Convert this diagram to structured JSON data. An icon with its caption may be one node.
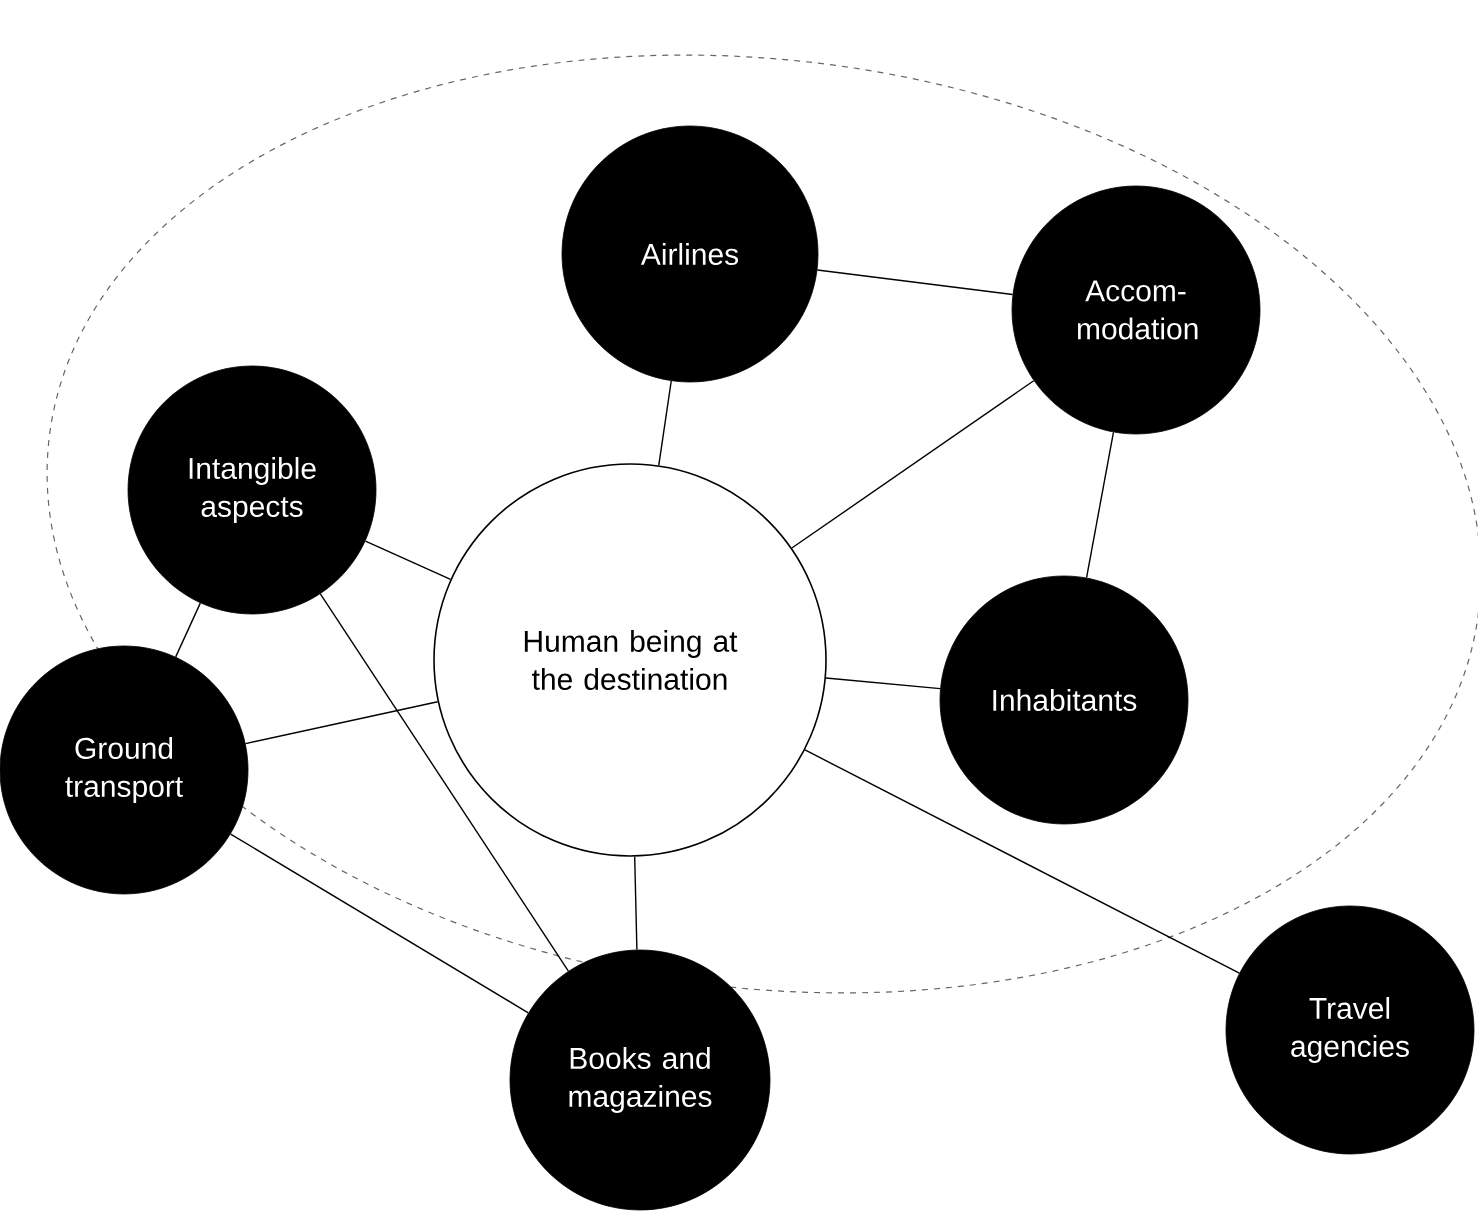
{
  "diagram": {
    "nodes": [
      {
        "text": [
          "Human being at the destination"
        ]
      },
      {
        "text": [
          "Airlines"
        ]
      },
      {
        "text": [
          "Accom- modation"
        ]
      },
      {
        "text": [
          "Intangible aspects"
        ]
      },
      {
        "text": [
          "Inhabitants"
        ]
      },
      {
        "text": [
          "Ground transport"
        ]
      },
      {
        "text": [
          "Books and magazines"
        ]
      },
      {
        "text": [
          "Travel agencies"
        ]
      }
    ],
    "edges": [
      {
        "from": 1,
        "to": 2,
        "arrow": "none"
      },
      {
        "from": 1,
        "to": 0,
        "arrow": "none"
      },
      {
        "from": 2,
        "to": 0,
        "arrow": "none"
      },
      {
        "from": 2,
        "to": 4,
        "arrow": "none"
      },
      {
        "from": 3,
        "to": 0,
        "arrow": "none"
      },
      {
        "from": 3,
        "to": 5,
        "arrow": "none"
      },
      {
        "from": 3,
        "to": 6,
        "arrow": "none"
      },
      {
        "from": 5,
        "to": 0,
        "arrow": "none"
      },
      {
        "from": 5,
        "to": 6,
        "arrow": "none"
      },
      {
        "from": 0,
        "to": 4,
        "arrow": "none"
      },
      {
        "from": 0,
        "to": 6,
        "arrow": "none"
      },
      {
        "from": 0,
        "to": 7,
        "arrow": "none"
      }
    ]
  }
}
